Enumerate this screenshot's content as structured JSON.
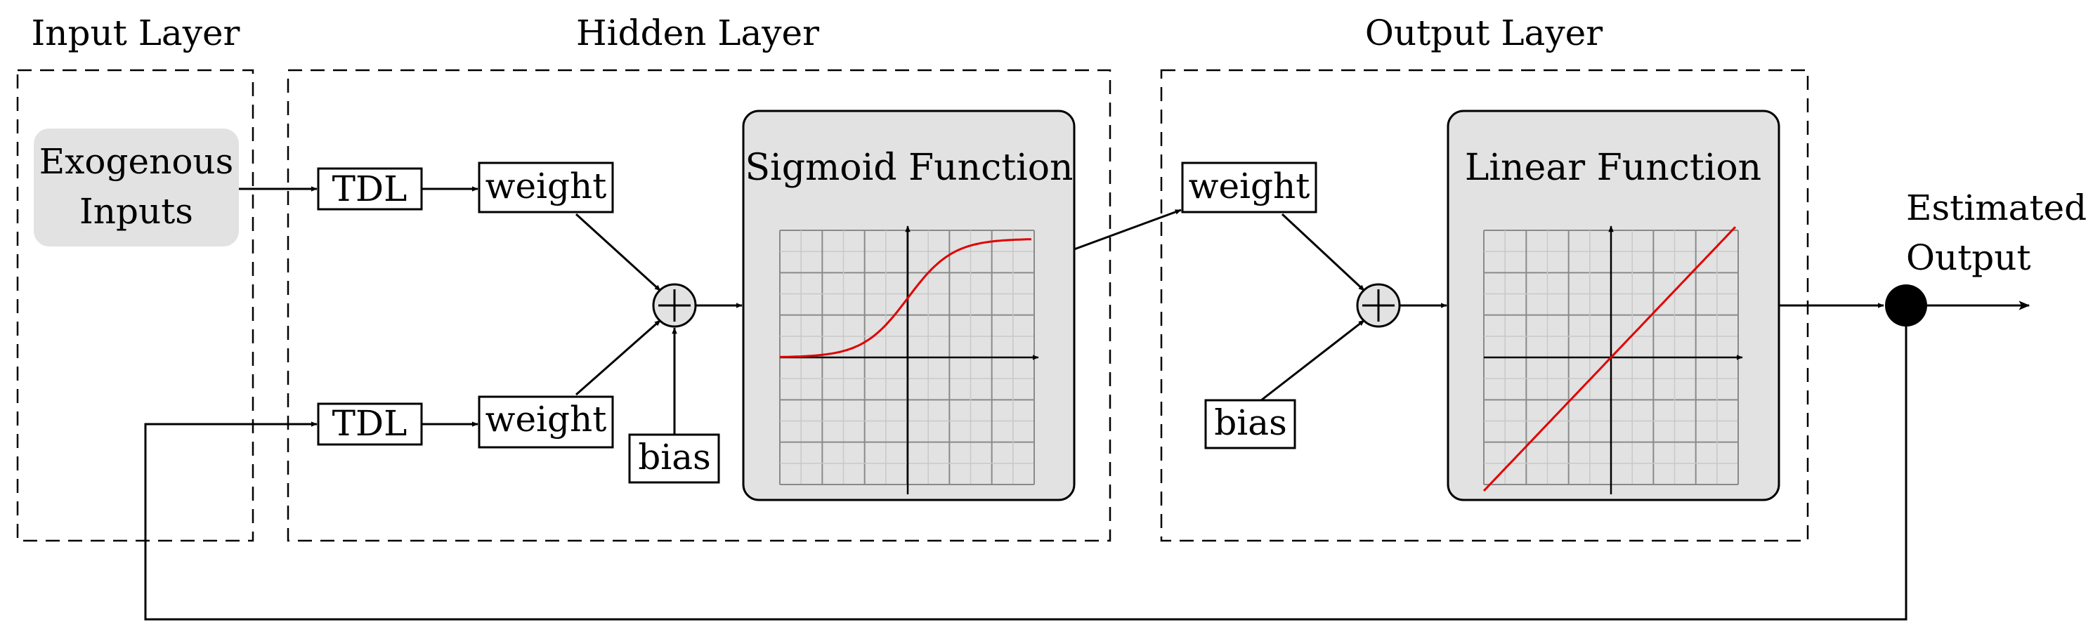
{
  "layers": {
    "input": "Input Layer",
    "hidden": "Hidden Layer",
    "output": "Output Layer"
  },
  "nodes": {
    "exogenous_line1": "Exogenous",
    "exogenous_line2": "Inputs",
    "tdl": "TDL",
    "weight": "weight",
    "bias": "bias",
    "sigmoid_title": "Sigmoid Function",
    "linear_title": "Linear Function",
    "estimated_line1": "Estimated",
    "estimated_line2": "Output"
  },
  "functions": {
    "sigmoid": "sigmoid",
    "linear": "linear"
  },
  "colors": {
    "curve": "#e00000",
    "panel_fill": "#e2e2e2",
    "input_fill": "#e2e2e2",
    "output_node": "#000000"
  }
}
